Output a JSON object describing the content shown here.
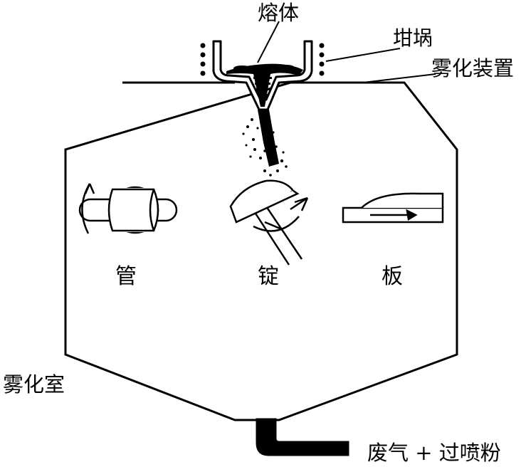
{
  "labels": {
    "melt": "熔体",
    "crucible": "坩埚",
    "atomizer": "雾化装置",
    "chamber": "雾化室",
    "exhaust": "废气 + 过喷粉",
    "tube": "管",
    "ingot": "锭",
    "plate": "板"
  },
  "icons": [
    "crucible",
    "induction-coil",
    "spray-cone",
    "rotating-tube",
    "rotating-ingot",
    "moving-plate",
    "exhaust-pipe"
  ],
  "colors": {
    "line": "#000000",
    "background": "#ffffff"
  }
}
